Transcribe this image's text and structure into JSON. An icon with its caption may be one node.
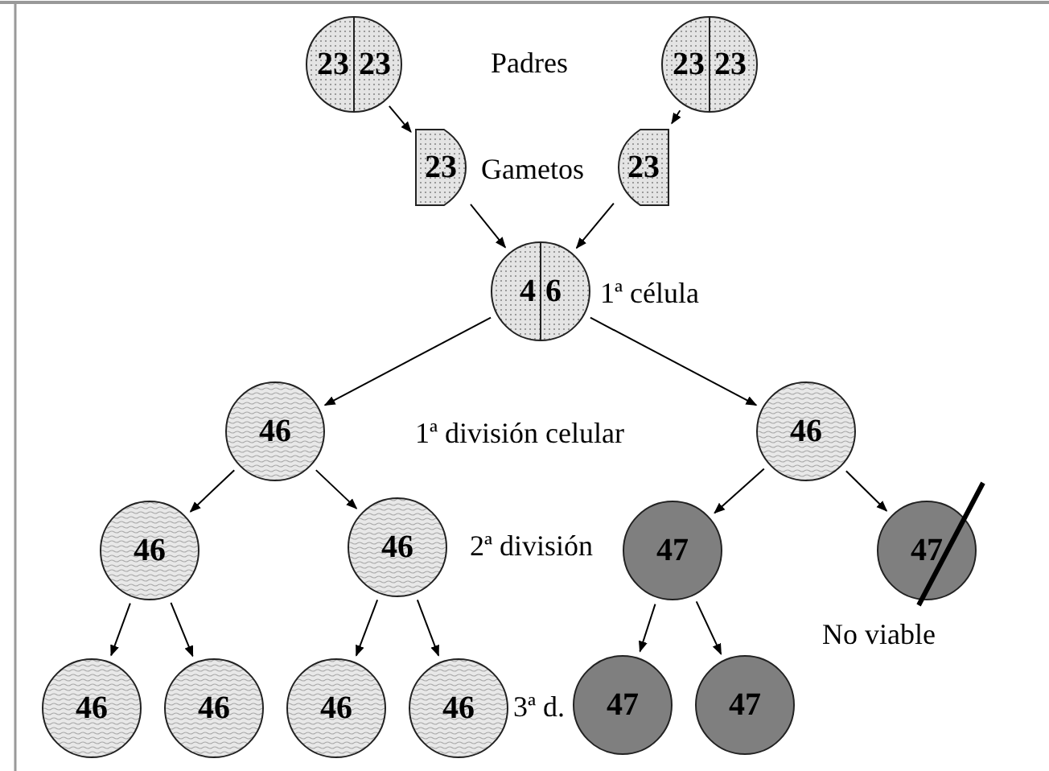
{
  "diagram": {
    "nodes": [
      {
        "text": [
          "23",
          "23"
        ]
      },
      {
        "text": [
          "23",
          "23"
        ]
      },
      {
        "text": [
          "23"
        ]
      },
      {
        "text": [
          "23"
        ]
      },
      {
        "text": [
          "4",
          "6"
        ]
      },
      {
        "text": [
          "46"
        ]
      },
      {
        "text": [
          "46"
        ]
      },
      {
        "text": [
          "46"
        ]
      },
      {
        "text": [
          "46"
        ]
      },
      {
        "text": [
          "47"
        ]
      },
      {
        "text": [
          "47"
        ],
        "beside": [
          "No viable"
        ]
      },
      {
        "text": [
          "46"
        ]
      },
      {
        "text": [
          "46"
        ]
      },
      {
        "text": [
          "46"
        ]
      },
      {
        "text": [
          "46"
        ]
      },
      {
        "text": [
          "47"
        ]
      },
      {
        "text": [
          "47"
        ]
      }
    ],
    "edges": [
      {
        "from": 0,
        "to": 2,
        "arrow": "to"
      },
      {
        "from": 1,
        "to": 3,
        "arrow": "to"
      },
      {
        "from": 2,
        "to": 4,
        "arrow": "to"
      },
      {
        "from": 3,
        "to": 4,
        "arrow": "to"
      },
      {
        "from": 4,
        "to": 5,
        "arrow": "to"
      },
      {
        "from": 4,
        "to": 6,
        "arrow": "to"
      },
      {
        "from": 5,
        "to": 7,
        "arrow": "to"
      },
      {
        "from": 5,
        "to": 8,
        "arrow": "to"
      },
      {
        "from": 6,
        "to": 9,
        "arrow": "to"
      },
      {
        "from": 6,
        "to": 10,
        "arrow": "to"
      },
      {
        "from": 7,
        "to": 11,
        "arrow": "to"
      },
      {
        "from": 7,
        "to": 12,
        "arrow": "to"
      },
      {
        "from": 8,
        "to": 13,
        "arrow": "to"
      },
      {
        "from": 8,
        "to": 14,
        "arrow": "to"
      },
      {
        "from": 9,
        "to": 15,
        "arrow": "to"
      },
      {
        "from": 9,
        "to": 16,
        "arrow": "to"
      }
    ],
    "labels": [
      "Padres",
      "Gametos",
      "1ª célula",
      "1ª división celular",
      "2ª división",
      "3ª d."
    ]
  }
}
